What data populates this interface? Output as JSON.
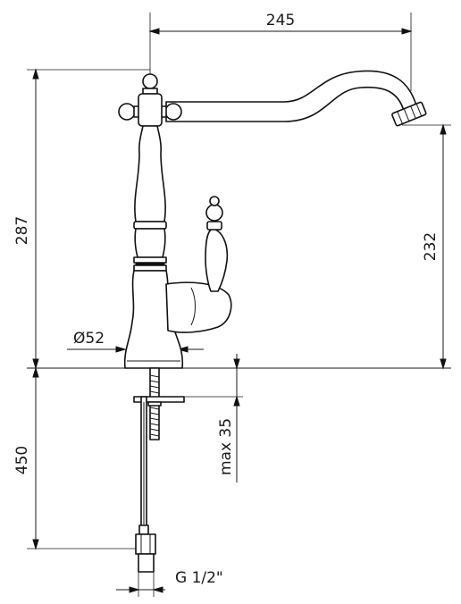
{
  "dimensions": {
    "spout_reach": "245",
    "overall_height": "287",
    "spout_height": "232",
    "base_diameter": "Ø52",
    "max_thickness": "max 35",
    "hose_length": "450",
    "connection": "G 1/2\""
  }
}
